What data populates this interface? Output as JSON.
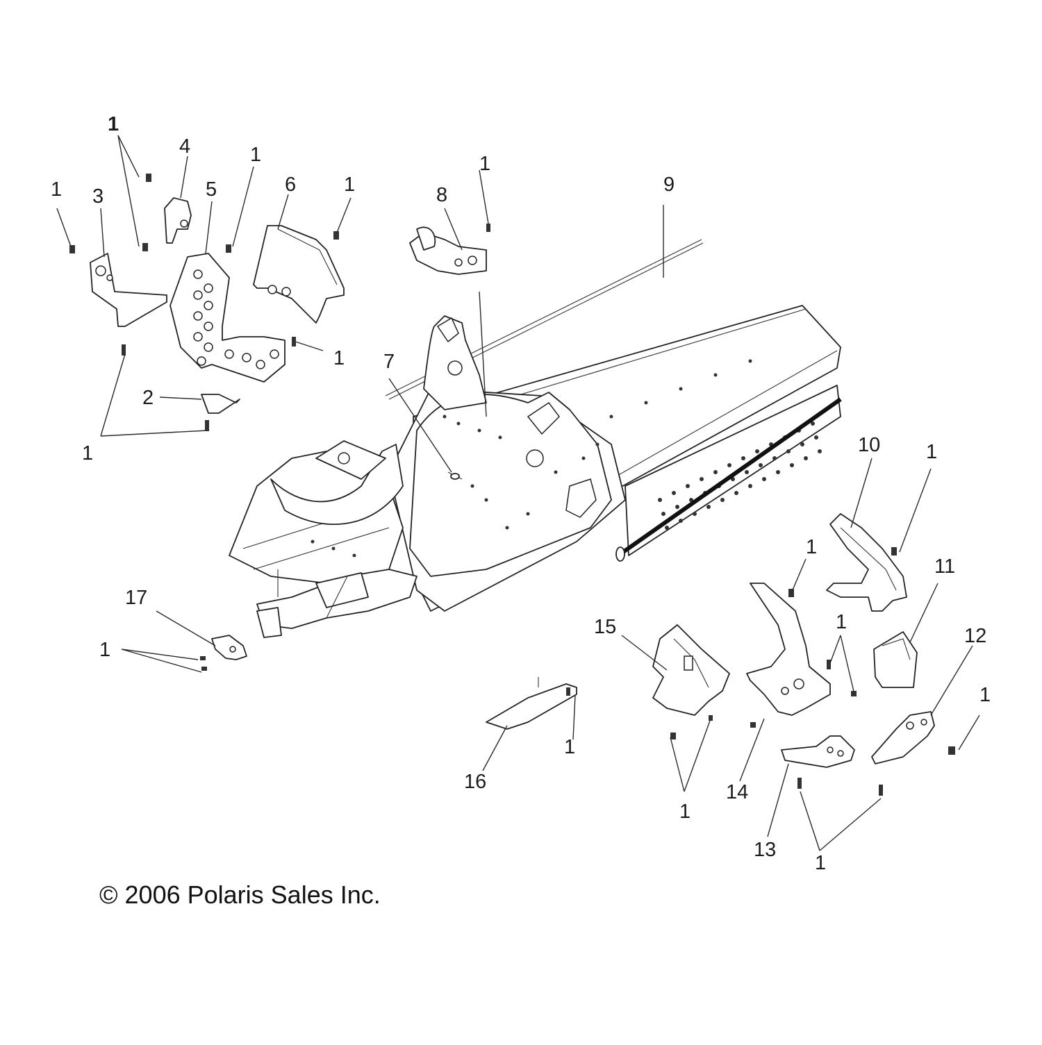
{
  "callouts": [
    {
      "id": "c1a",
      "label": "1"
    },
    {
      "id": "c1b",
      "label": "1"
    },
    {
      "id": "c3",
      "label": "3"
    },
    {
      "id": "c4",
      "label": "4"
    },
    {
      "id": "c5",
      "label": "5"
    },
    {
      "id": "c1c",
      "label": "1"
    },
    {
      "id": "c6",
      "label": "6"
    },
    {
      "id": "c1d",
      "label": "1"
    },
    {
      "id": "c1e",
      "label": "1"
    },
    {
      "id": "c8",
      "label": "8"
    },
    {
      "id": "c9",
      "label": "9"
    },
    {
      "id": "c1f",
      "label": "1"
    },
    {
      "id": "c7",
      "label": "7"
    },
    {
      "id": "c2",
      "label": "2"
    },
    {
      "id": "c1g",
      "label": "1"
    },
    {
      "id": "c10",
      "label": "10"
    },
    {
      "id": "c1h",
      "label": "1"
    },
    {
      "id": "c11",
      "label": "11"
    },
    {
      "id": "c1i",
      "label": "1"
    },
    {
      "id": "c1j",
      "label": "1"
    },
    {
      "id": "c12",
      "label": "12"
    },
    {
      "id": "c1k",
      "label": "1"
    },
    {
      "id": "c17",
      "label": "17"
    },
    {
      "id": "c1l",
      "label": "1"
    },
    {
      "id": "c15",
      "label": "15"
    },
    {
      "id": "c1m",
      "label": "1"
    },
    {
      "id": "c16",
      "label": "16"
    },
    {
      "id": "c1n",
      "label": "1"
    },
    {
      "id": "c14",
      "label": "14"
    },
    {
      "id": "c13",
      "label": "13"
    },
    {
      "id": "c1o",
      "label": "1"
    }
  ],
  "copyright": "© 2006 Polaris Sales Inc."
}
